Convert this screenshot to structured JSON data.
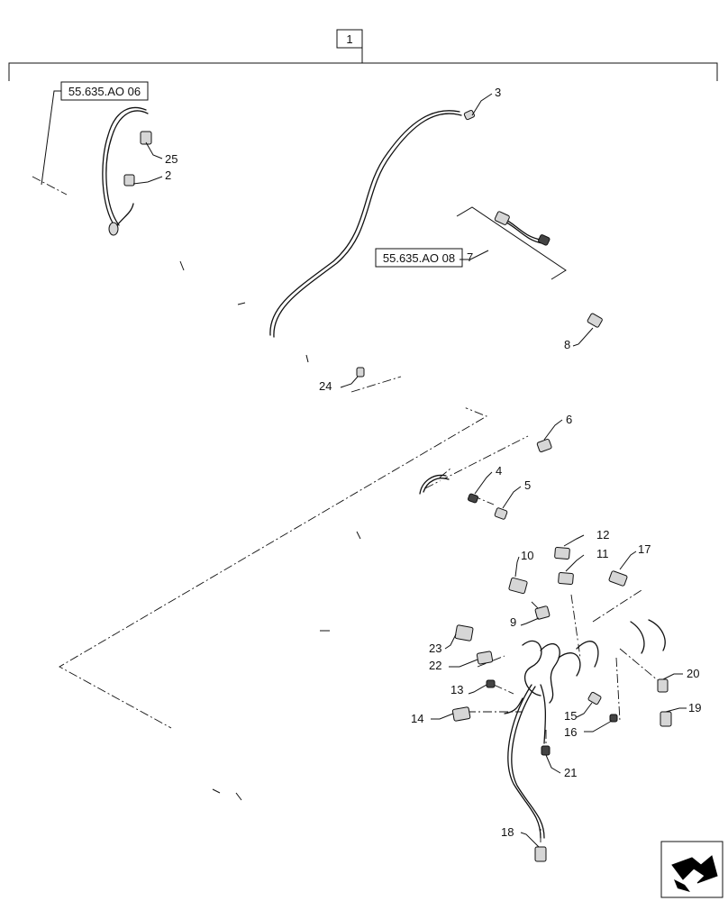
{
  "assembly_label": "1",
  "references": [
    {
      "id": "ref-top",
      "text": "55.635.AO 06"
    },
    {
      "id": "ref-mid",
      "text": "55.635.AO 08"
    }
  ],
  "callouts": {
    "c1": "2",
    "c2": "3",
    "c3": "4",
    "c4": "5",
    "c5": "6",
    "c6": "7",
    "c7": "8",
    "c8": "9",
    "c9": "10",
    "c10": "11",
    "c11": "12",
    "c12": "13",
    "c13": "14",
    "c14": "15",
    "c15": "16",
    "c16": "17",
    "c17": "18",
    "c18": "19",
    "c19": "20",
    "c20": "21",
    "c21": "22",
    "c22": "23",
    "c23": "24",
    "c24": "25"
  },
  "nav_icon": "next-page-arrow-icon"
}
